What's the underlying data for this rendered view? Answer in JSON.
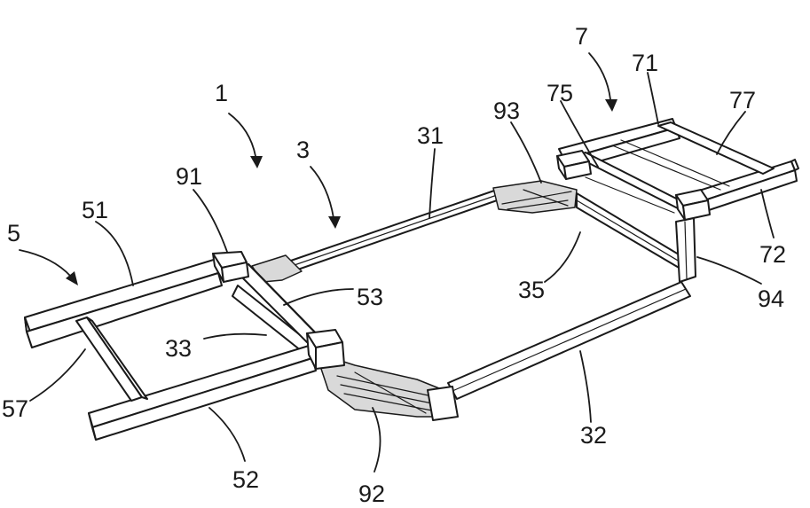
{
  "reference_numerals": {
    "n1": "1",
    "n3": "3",
    "n5": "5",
    "n7": "7",
    "n31": "31",
    "n32": "32",
    "n33": "33",
    "n35": "35",
    "n51": "51",
    "n52": "52",
    "n53": "53",
    "n57": "57",
    "n71": "71",
    "n72": "72",
    "n75": "75",
    "n77": "77",
    "n91": "91",
    "n92": "92",
    "n93": "93",
    "n94": "94"
  }
}
